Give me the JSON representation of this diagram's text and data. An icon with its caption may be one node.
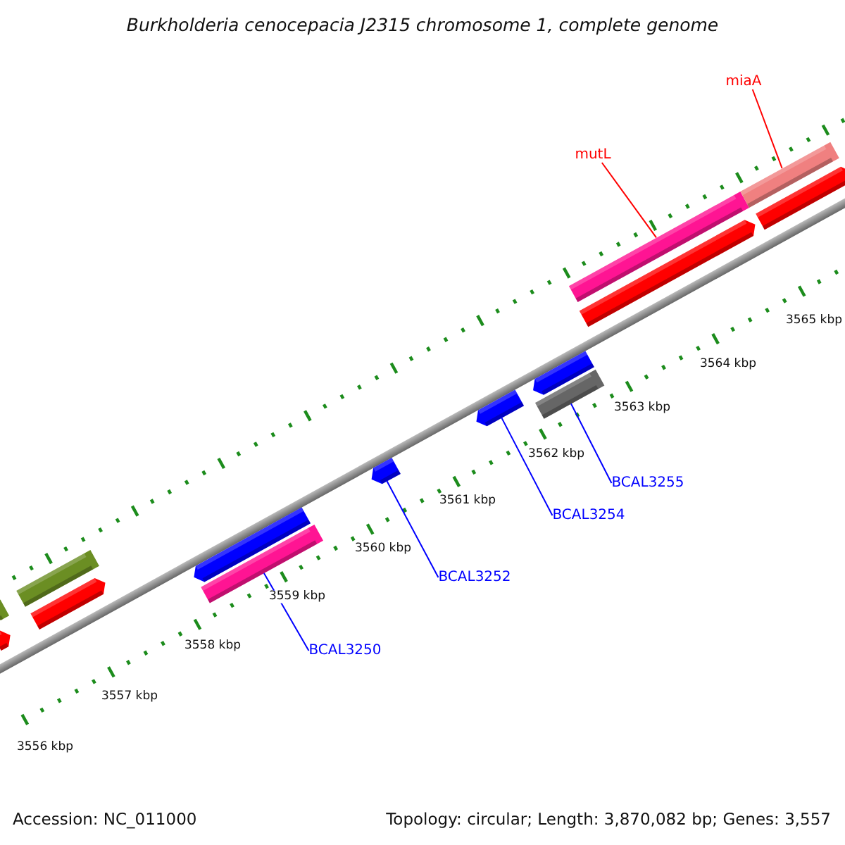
{
  "diagram": {
    "title": "Burkholderia cenocepacia J2315 chromosome 1, complete genome",
    "nodes": [
      {
        "text": [],
        "shape": "bar"
      },
      {
        "text": [],
        "shape": "bar"
      },
      {
        "text": [],
        "shape": "bar"
      },
      {
        "text": [],
        "shape": "bar"
      },
      {
        "text": [],
        "shape": "bar"
      },
      {
        "text": [],
        "shape": "bar"
      },
      {
        "text": [],
        "shape": "bar"
      },
      {
        "text": [],
        "shape": "bar"
      },
      {
        "text": [],
        "shape": "bar"
      },
      {
        "text": [],
        "shape": "bar"
      },
      {
        "text": [],
        "shape": "bar"
      },
      {
        "text": [],
        "shape": "bar"
      },
      {
        "text": [],
        "shape": "bar"
      },
      {
        "text": [],
        "shape": "bar"
      },
      {
        "text": [
          "mutL"
        ]
      },
      {
        "text": [
          "miaA"
        ]
      },
      {
        "text": [
          "BCAL3250"
        ]
      },
      {
        "text": [
          "BCAL3252"
        ]
      },
      {
        "text": [
          "BCAL3254"
        ]
      },
      {
        "text": [
          "BCAL3255"
        ]
      }
    ],
    "edges": [
      {
        "from": 14,
        "to": 10,
        "arrow": "none",
        "color": "#ff0000"
      },
      {
        "from": 15,
        "to": 12,
        "arrow": "none",
        "color": "#ff0000"
      },
      {
        "from": 16,
        "to": 5,
        "arrow": "none"
      },
      {
        "from": 17,
        "to": 6,
        "arrow": "none"
      },
      {
        "from": 18,
        "to": 7,
        "arrow": "none"
      },
      {
        "from": 19,
        "to": 9,
        "arrow": "none"
      }
    ],
    "labels": [
      "3565 kbp",
      "3564 kbp",
      "3563 kbp",
      "3562 kbp",
      "3561 kbp",
      "3560 kbp",
      "3559 kbp",
      "3558 kbp",
      "3557 kbp",
      "3556 kbp",
      "Accession: NC_011000",
      "Topology: circular; Length: 3,870,082 bp; Genes: 3,557"
    ]
  }
}
